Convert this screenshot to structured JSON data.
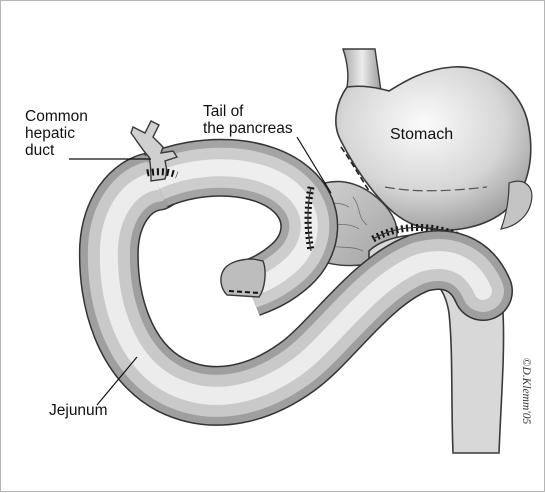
{
  "labels": {
    "common_hepatic_duct": [
      "Common",
      "hepatic",
      "duct"
    ],
    "tail_of_pancreas": [
      "Tail of",
      "the pancreas"
    ],
    "stomach": "Stomach",
    "jejunum": "Jejunum"
  },
  "signature": "©D.Klemm'05",
  "colors": {
    "organ_light": "#ededed",
    "organ_mid": "#b8b8b8",
    "organ_dark": "#7d7d7d",
    "outline": "#3a3a3a",
    "background": "#ffffff"
  }
}
